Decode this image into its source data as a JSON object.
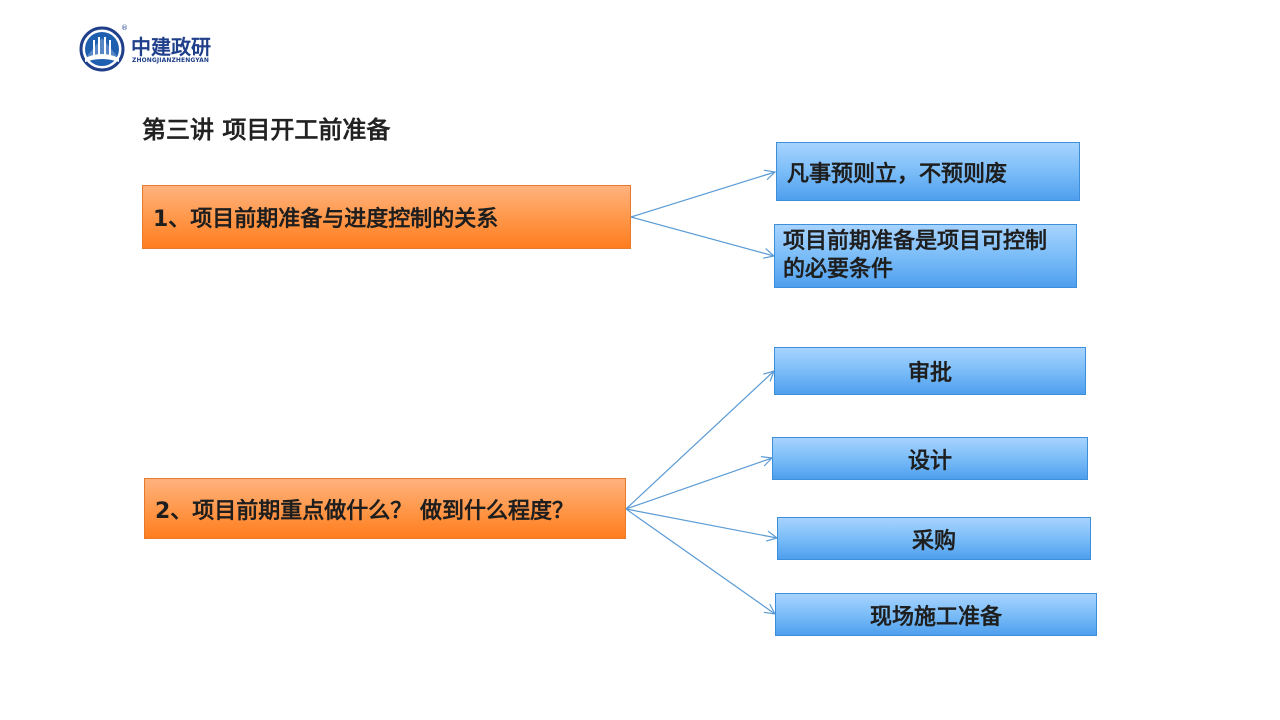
{
  "logo": {
    "name_cn": "中建政研",
    "name_en": "ZHONGJIANZHENGYAN",
    "reg_mark": "®",
    "color": "#1f3f8a"
  },
  "slide": {
    "title": "第三讲 项目开工前准备"
  },
  "diagram": {
    "sources": [
      {
        "id": "s1",
        "label": "1、项目前期准备与进度控制的关系"
      },
      {
        "id": "s2",
        "label": "2、项目前期重点做什么？ 做到什么程度？"
      }
    ],
    "targets": [
      {
        "id": "t1",
        "label": "凡事预则立，不预则废"
      },
      {
        "id": "t2",
        "label": "项目前期准备是项目可控制的必要条件"
      },
      {
        "id": "t3",
        "label": "审批"
      },
      {
        "id": "t4",
        "label": "设计"
      },
      {
        "id": "t5",
        "label": "采购"
      },
      {
        "id": "t6",
        "label": "现场施工准备"
      }
    ],
    "edges": [
      {
        "from": "s1",
        "to": "t1"
      },
      {
        "from": "s1",
        "to": "t2"
      },
      {
        "from": "s2",
        "to": "t3"
      },
      {
        "from": "s2",
        "to": "t4"
      },
      {
        "from": "s2",
        "to": "t5"
      },
      {
        "from": "s2",
        "to": "t6"
      }
    ],
    "colors": {
      "source_fill": "#ff8c35",
      "target_fill": "#7bbdf8",
      "connector": "#5b9bd5"
    }
  }
}
